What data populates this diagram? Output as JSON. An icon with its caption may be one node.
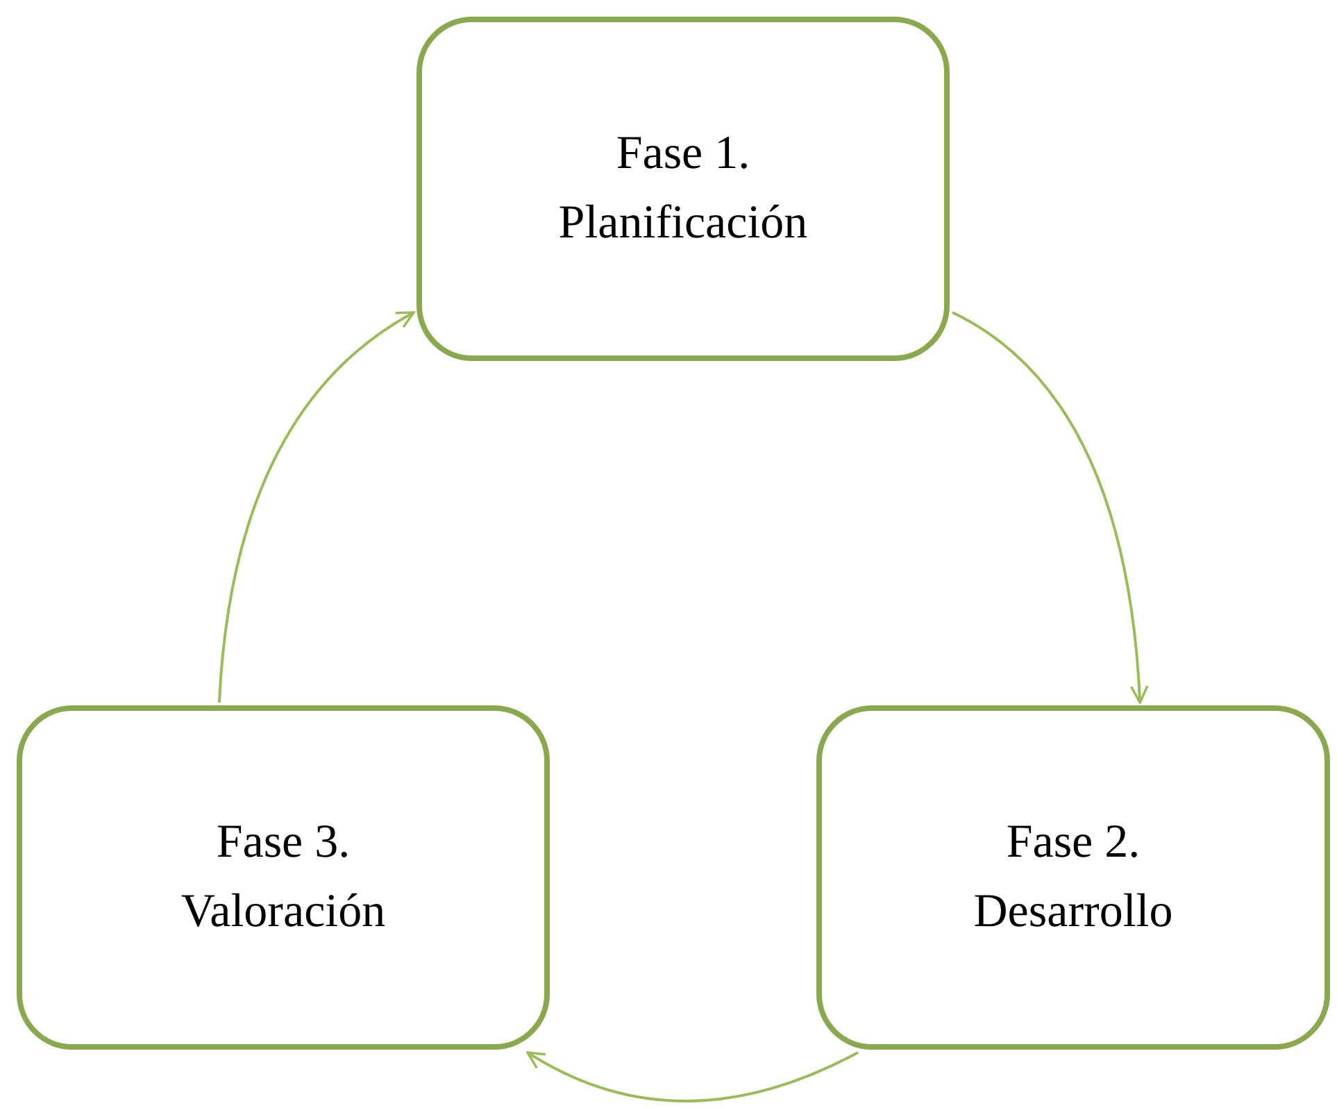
{
  "diagram": {
    "nodes": [
      {
        "text": [
          "Fase 1.",
          "Planificación"
        ]
      },
      {
        "text": [
          "Fase 2.",
          "Desarrollo"
        ]
      },
      {
        "text": [
          "Fase 3.",
          "Valoración"
        ]
      }
    ],
    "edges": [
      {
        "from": 0,
        "to": 1,
        "arrow": "to"
      },
      {
        "from": 1,
        "to": 2,
        "arrow": "to"
      },
      {
        "from": 2,
        "to": 0,
        "arrow": "to"
      }
    ]
  }
}
